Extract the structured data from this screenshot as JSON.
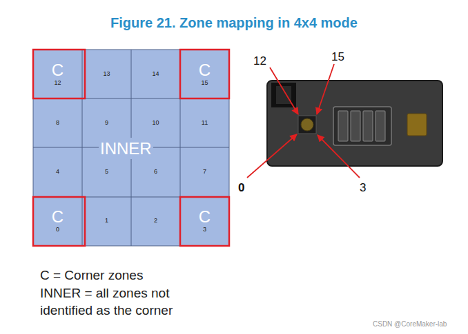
{
  "diagram": {
    "title": "Figure 21. Zone mapping in 4x4 mode",
    "nodes": [
      {
        "text": [
          "C",
          "12"
        ]
      },
      {
        "text": [
          "13"
        ]
      },
      {
        "text": [
          "14"
        ]
      },
      {
        "text": [
          "C",
          "15"
        ]
      },
      {
        "text": [
          "8"
        ]
      },
      {
        "text": [
          "9"
        ]
      },
      {
        "text": [
          "10"
        ]
      },
      {
        "text": [
          "11"
        ]
      },
      {
        "text": [
          "4"
        ]
      },
      {
        "text": [
          "5"
        ]
      },
      {
        "text": [
          "6"
        ]
      },
      {
        "text": [
          "7"
        ]
      },
      {
        "text": [
          "C",
          "0"
        ]
      },
      {
        "text": [
          "1"
        ]
      },
      {
        "text": [
          "2"
        ]
      },
      {
        "text": [
          "C",
          "3"
        ]
      }
    ],
    "labels": [
      "INNER",
      "12",
      "15",
      "0",
      "3",
      "C = Corner zones",
      "INNER = all zones not identified as the corner",
      "CSDN @CoreMaker-lab"
    ]
  }
}
